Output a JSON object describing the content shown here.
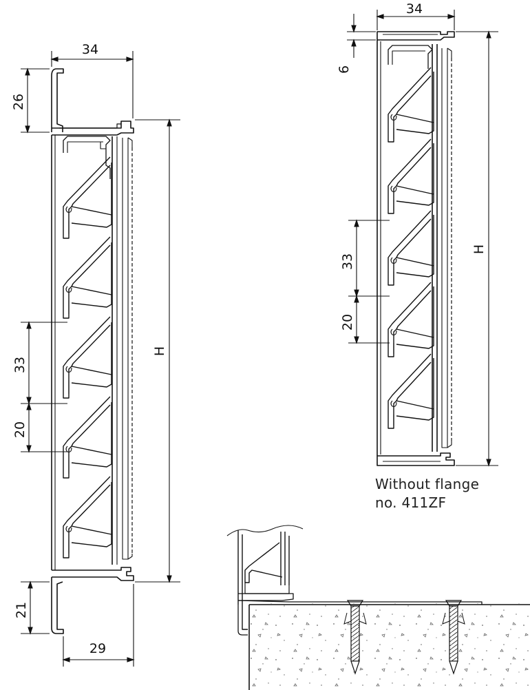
{
  "left_view": {
    "dims": {
      "top_width": "34",
      "top_flange": "26",
      "height": "H",
      "pitch": "33",
      "gap": "20",
      "bottom_flange": "21",
      "bottom_width": "29"
    }
  },
  "right_view": {
    "dims": {
      "top_width": "34",
      "frame": "6",
      "height": "H",
      "pitch": "33",
      "gap": "20"
    },
    "caption_line1": "Without flange",
    "caption_line2": "no. 411ZF"
  },
  "detail_view": {
    "material": "concrete"
  }
}
